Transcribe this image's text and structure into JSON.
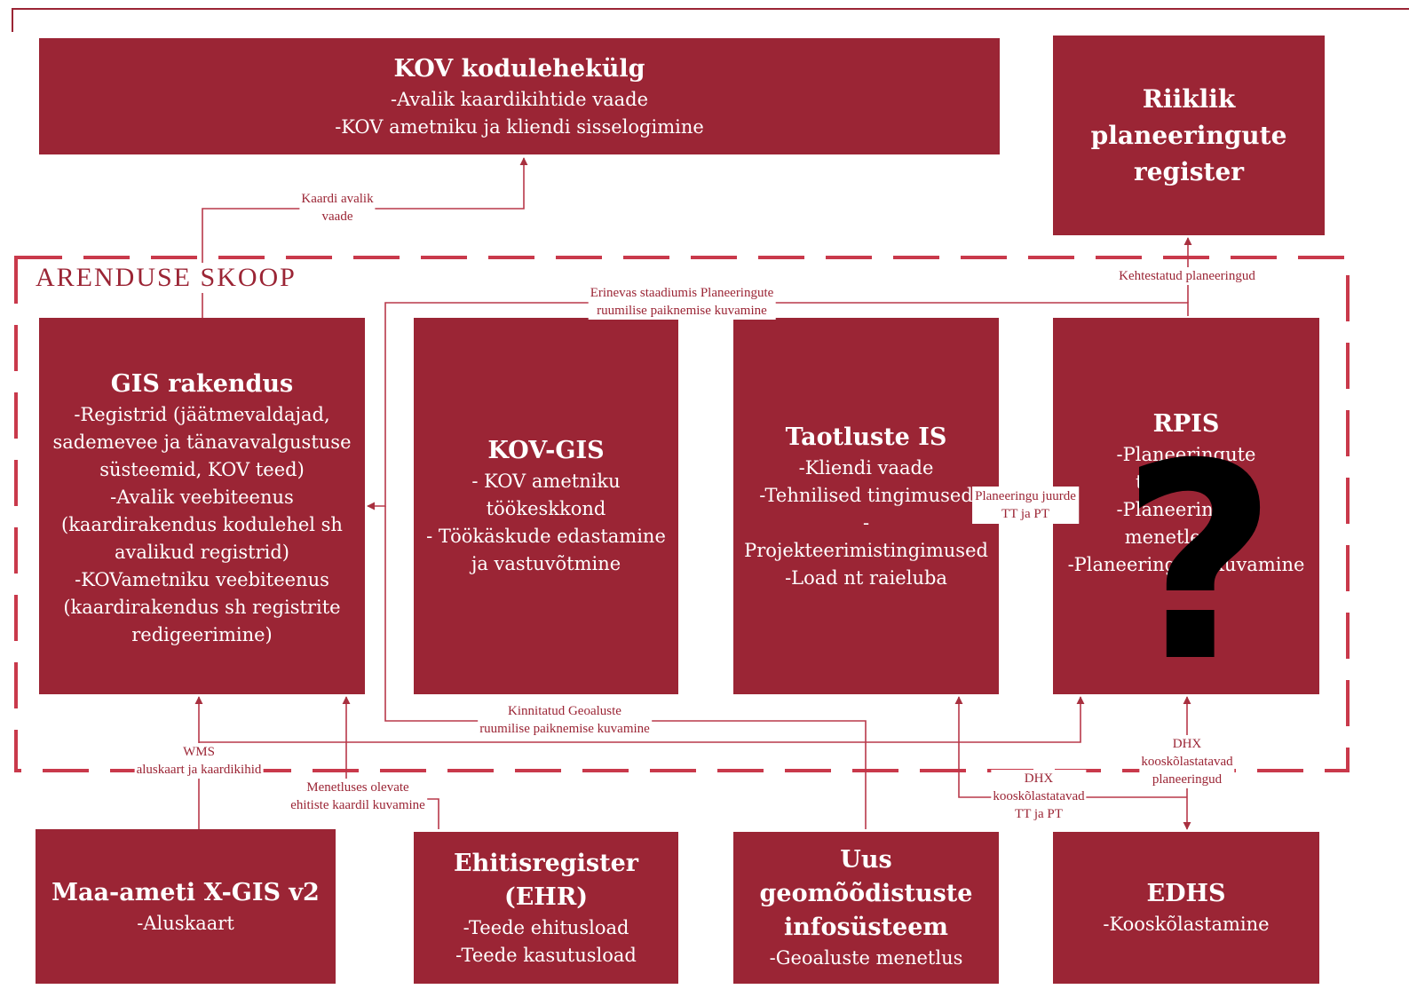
{
  "colors": {
    "box": "#9b2535",
    "line": "#b8394a",
    "text": "#ffffff"
  },
  "scope": {
    "title": "ARENDUSE SKOOP"
  },
  "boxes": {
    "kov_kodulehekulg": {
      "title": "KOV kodulehekülg",
      "lines": [
        "-Avalik kaardikihtide vaade",
        "-KOV ametniku ja kliendi sisselogimine"
      ]
    },
    "riiklik_register": {
      "title_lines": [
        "Riiklik",
        "planeeringute",
        "register"
      ]
    },
    "gis_rakendus": {
      "title": "GIS rakendus",
      "lines": [
        "-Registrid (jäätmevaldajad,",
        "sademevee ja tänavavalgustuse",
        "süsteemid, KOV teed)",
        "-Avalik veebiteenus",
        "(kaardirakendus kodulehel sh",
        "avalikud registrid)",
        "-KOVametniku veebiteenus",
        "(kaardirakendus sh registrite",
        "redigeerimine)"
      ]
    },
    "kov_gis": {
      "title": "KOV-GIS",
      "lines": [
        "- KOV ametniku",
        "töökeskkond",
        "- Töökäskude edastamine",
        "ja vastuvõtmine"
      ]
    },
    "taotluste_is": {
      "title": "Taotluste IS",
      "lines": [
        "-Kliendi vaade",
        "-Tehnilised tingimused",
        "-Projekteerimistingimused",
        "-Load nt raieluba"
      ]
    },
    "rpis": {
      "title": "RPIS",
      "lines": [
        "-Planeeringute taotlemine",
        "-Planeeringute",
        "menetlemine",
        "-Planeeringute kuvamine"
      ]
    },
    "maa_ameti": {
      "title": "Maa-ameti X-GIS v2",
      "lines": [
        "-Aluskaart"
      ]
    },
    "ehitisregister": {
      "title_lines": [
        "Ehitisregister",
        "(EHR)"
      ],
      "lines": [
        "-Teede ehitusload",
        "-Teede kasutusload"
      ]
    },
    "uus_geo": {
      "title_lines": [
        "Uus geomõõdistuste",
        "infosüsteem"
      ],
      "lines": [
        "-Geoaluste menetlus"
      ]
    },
    "edhs": {
      "title": "EDHS",
      "lines": [
        "-Kooskõlastamine"
      ]
    }
  },
  "labels": {
    "kaardi_avalik": "Kaardi avalik\nvaade",
    "erinevas": "Erinevas staadiumis Planeeringute\nruumilise paiknemise kuvamine",
    "kehtestatud": "Kehtestatud planeeringud",
    "planeeringu_juurde": "Planeeringu juurde\nTT ja PT",
    "kinnitatud": "Kinnitatud Geoaluste\nruumilise paiknemise kuvamine",
    "wms": "WMS\naluskaart ja kaardikihid",
    "menetluses": "Menetluses olevate\nehitiste kaardil kuvamine",
    "dhx_tt": "DHX\nkooskõlastatavad\nTT ja PT",
    "dhx_plan": "DHX\nkooskõlastatavad\nplaneeringud"
  },
  "overlay": {
    "question_mark": "?"
  }
}
